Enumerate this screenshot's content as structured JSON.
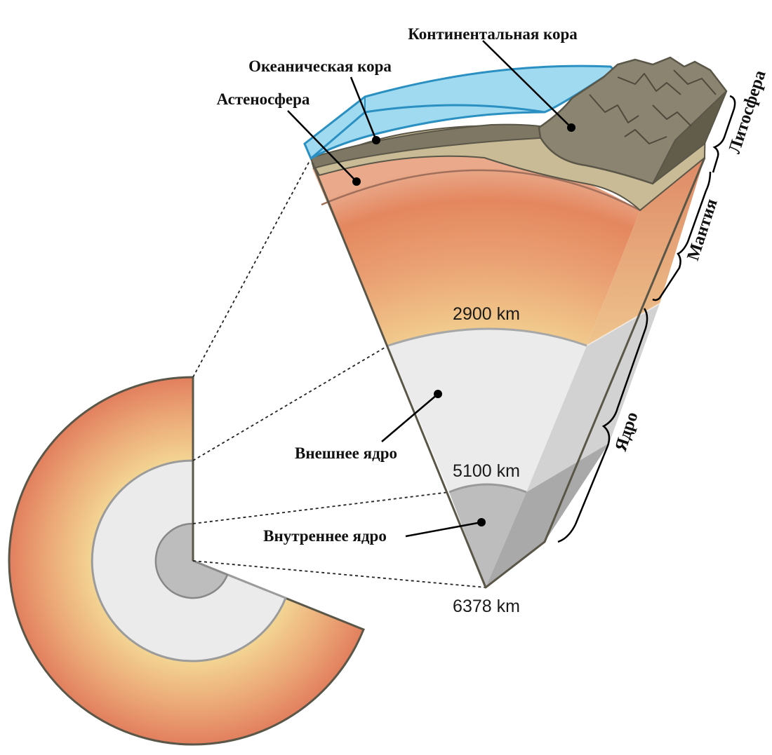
{
  "labels": {
    "continental_crust": "Континентальная кора",
    "oceanic_crust": "Океаническая кора",
    "asthenosphere": "Астеносфера",
    "outer_core": "Внешнее ядро",
    "inner_core": "Внутреннее ядро"
  },
  "depths": {
    "mantle_base": "2900 km",
    "outer_core_base": "5100 km",
    "center": "6378 km"
  },
  "brackets": {
    "lithosphere": "Литосфера",
    "mantle": "Мантия",
    "core": "Ядро"
  },
  "colors": {
    "ocean": "#8fd3ee",
    "ocean_edge": "#2a8fc1",
    "crust": "#7d7763",
    "sediment": "#c8bb95",
    "mantle_hot": "#e58a63",
    "mantle_cool": "#f3d493",
    "outer_core": "#ebebeb",
    "inner_core": "#bdbdbd",
    "outline": "#5a5648"
  }
}
